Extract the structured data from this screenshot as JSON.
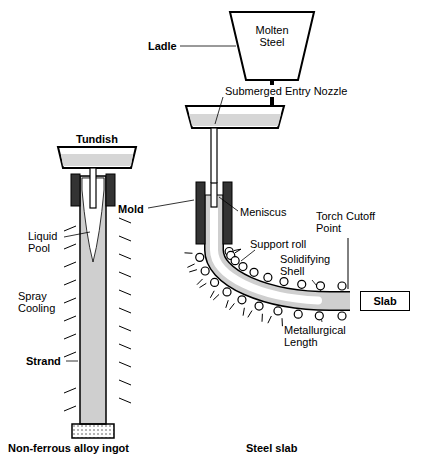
{
  "diagram": {
    "nodes": [
      {
        "text": [
          "Ladle",
          "Molten Steel"
        ]
      },
      {
        "text": [
          "Slab"
        ]
      }
    ],
    "labels": [
      "Tundish",
      "Submerged Entry Nozzle",
      "Mold",
      "Meniscus",
      "Liquid Pool",
      "Support roll",
      "Spray Cooling",
      "Solidifying Shell",
      "Torch Cutoff Point",
      "Metallurgical Length",
      "Strand",
      "Non-ferrous alloy ingot",
      "Steel slab"
    ]
  }
}
